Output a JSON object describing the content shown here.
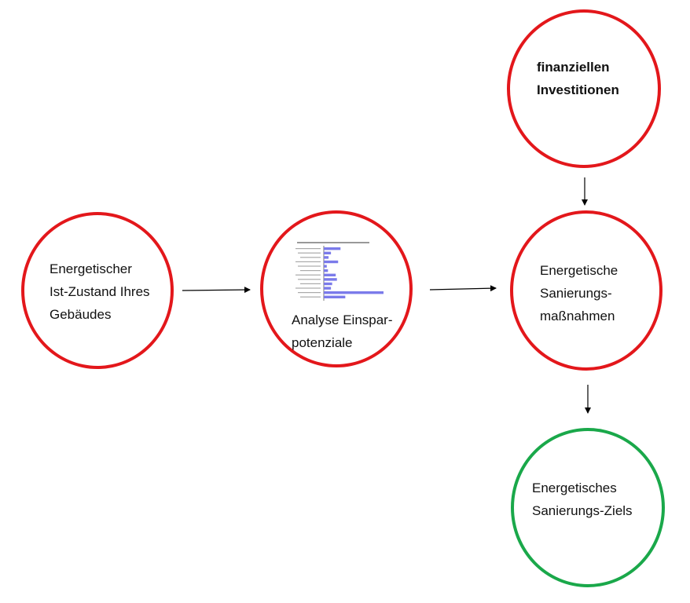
{
  "colors": {
    "circle_red": "#e3171b",
    "circle_green": "#1aa84a",
    "arrow": "#000000",
    "mini_chart_bar": "#7b7bea"
  },
  "nodes": {
    "ist_zustand": {
      "label": "Energetischer\nIst-Zustand Ihres\nGebäudes"
    },
    "analyse": {
      "label": "Analyse Einspar-\npotenziale",
      "mini_chart": {
        "type": "bar",
        "orientation": "horizontal",
        "values": [
          28,
          12,
          8,
          24,
          5,
          7,
          20,
          22,
          14,
          12,
          100,
          36
        ]
      }
    },
    "investitionen": {
      "label": "finanziellen\nInvestitionen"
    },
    "massnahmen": {
      "label": "Energetische\nSanierungs-\nmaßnahmen"
    },
    "ziel": {
      "label": "Energetisches\nSanierungs-Ziels"
    }
  },
  "edges": [
    {
      "from": "ist_zustand",
      "to": "analyse"
    },
    {
      "from": "analyse",
      "to": "massnahmen"
    },
    {
      "from": "investitionen",
      "to": "massnahmen"
    },
    {
      "from": "massnahmen",
      "to": "ziel"
    }
  ]
}
